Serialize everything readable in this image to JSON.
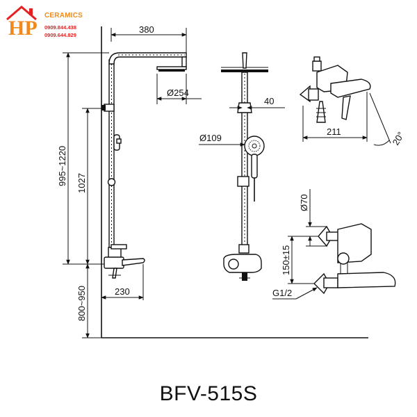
{
  "logo": {
    "letters": "HP",
    "brand": "CERAMICS",
    "phone_1": "0909.844.438",
    "phone_2": "0909.644.829",
    "colors": {
      "orange": "#f08a1c",
      "red": "#e52020"
    }
  },
  "dimensions": {
    "arm_length": "380",
    "head_diameter": "Ø254",
    "height_range": "995~1220",
    "slide_height": "1027",
    "floor_height": "800~950",
    "mixer_depth": "230",
    "rail_offset": "40",
    "hand_shower_diameter": "Ø109",
    "spout_length": "211",
    "angle": "20°",
    "flange_diameter": "Ø70",
    "inlet_spacing": "150±15",
    "thread": "G1/2"
  },
  "model": "BFV-515S"
}
